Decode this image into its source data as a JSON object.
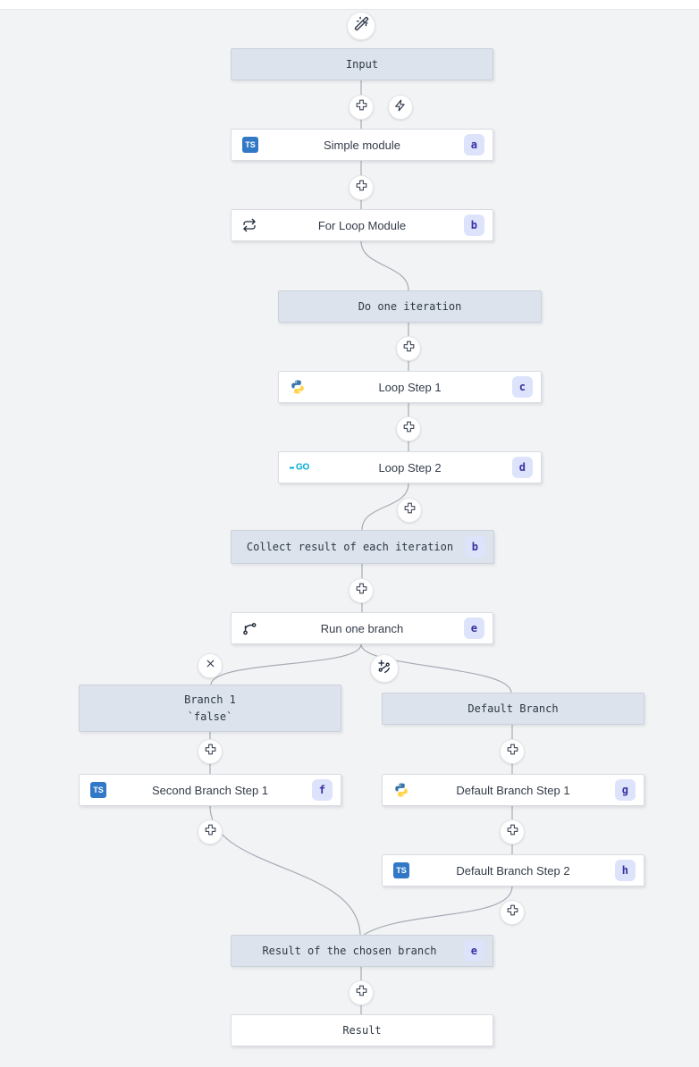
{
  "nodes": {
    "input": {
      "label": "Input"
    },
    "simple_module": {
      "label": "Simple module",
      "badge": "a",
      "icon": "typescript"
    },
    "for_loop": {
      "label": "For Loop Module",
      "badge": "b",
      "icon": "repeat"
    },
    "do_one_iteration": {
      "label": "Do one iteration"
    },
    "loop_step_1": {
      "label": "Loop Step 1",
      "badge": "c",
      "icon": "python"
    },
    "loop_step_2": {
      "label": "Loop Step 2",
      "badge": "d",
      "icon": "go"
    },
    "collect_result": {
      "label": "Collect result of each iteration",
      "badge": "b"
    },
    "run_one_branch": {
      "label": "Run one branch",
      "badge": "e",
      "icon": "git-branch"
    },
    "branch_1": {
      "label": "Branch 1",
      "sublabel": "`false`"
    },
    "default_branch": {
      "label": "Default Branch"
    },
    "second_branch_step_1": {
      "label": "Second Branch Step 1",
      "badge": "f",
      "icon": "typescript"
    },
    "default_branch_step_1": {
      "label": "Default Branch Step 1",
      "badge": "g",
      "icon": "python"
    },
    "default_branch_step_2": {
      "label": "Default Branch Step 2",
      "badge": "h",
      "icon": "typescript"
    },
    "result_of_chosen_branch": {
      "label": "Result of the chosen branch",
      "badge": "e"
    },
    "result": {
      "label": "Result"
    }
  },
  "icons": {
    "ts_label": "TS",
    "go_label": "GO"
  },
  "colors": {
    "canvas_bg": "#f2f3f5",
    "virtual_node_bg": "#dce3ec",
    "module_bg": "#ffffff",
    "badge_bg": "#dde3fb",
    "badge_text": "#3730a3",
    "edge": "#a5abb5",
    "typescript_blue": "#3178c6",
    "python_blue": "#3776ab",
    "python_yellow": "#ffd343",
    "go_cyan": "#00acd7"
  }
}
